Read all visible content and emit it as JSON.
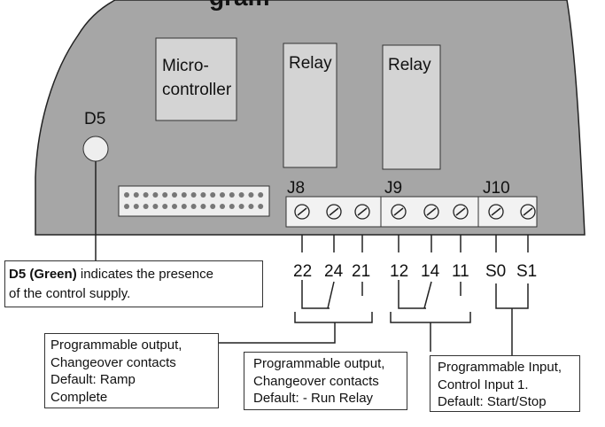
{
  "board": {
    "title_fragment": "gram",
    "micro_label_line1": "Micro-",
    "micro_label_line2": "controller",
    "relay1_label": "Relay",
    "relay2_label": "Relay",
    "led_label": "D5",
    "connector_j8": "J8",
    "connector_j9": "J9",
    "connector_j10": "J10"
  },
  "terminals": {
    "j8": [
      "22",
      "24",
      "21"
    ],
    "j9": [
      "12",
      "14",
      "11"
    ],
    "j10": [
      "S0",
      "S1"
    ]
  },
  "notes": {
    "d5_bold": "D5 (Green)",
    "d5_text": " indicates the presence",
    "d5_line2": "of the control supply.",
    "j8_line1": "Programmable output,",
    "j8_line2": "Changeover contacts",
    "j8_line3": "Default: Ramp",
    "j8_line4": "Complete",
    "j9_line1": "Programmable output,",
    "j9_line2": "Changeover contacts",
    "j9_line3": "Default: - Run Relay",
    "j10_line1": "Programmable Input,",
    "j10_line2": "Control Input 1.",
    "j10_line3": "Default: Start/Stop"
  },
  "colors": {
    "board_fill": "#a6a6a6",
    "component_fill": "#d4d4d4",
    "terminal_fill": "#f2f2f2",
    "line": "#222222"
  }
}
